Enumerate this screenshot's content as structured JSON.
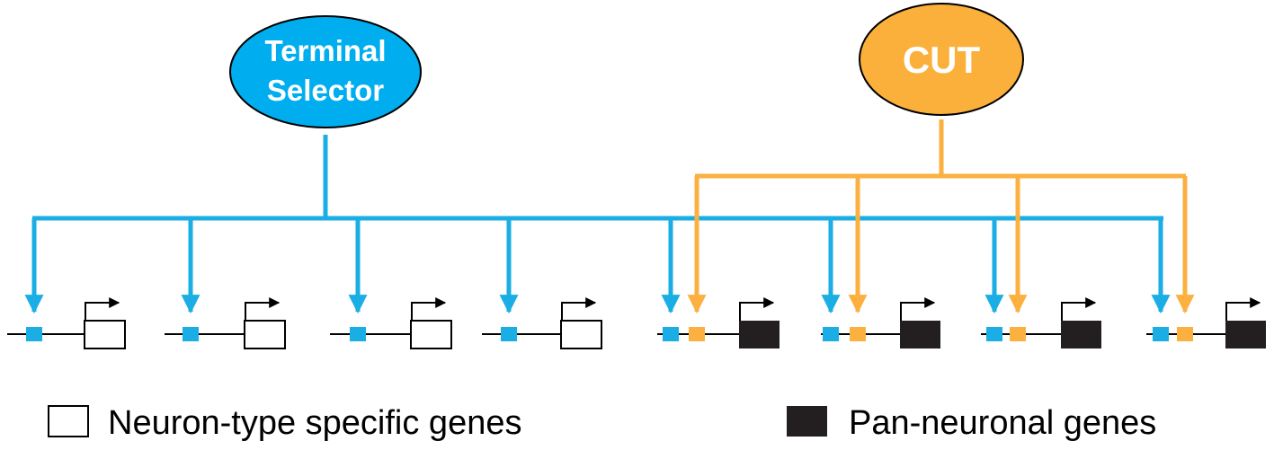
{
  "nodes": {
    "terminal_selector": {
      "line1": "Terminal",
      "line2": "Selector",
      "fill": "#00aeef"
    },
    "cut": {
      "label": "CUT",
      "fill": "#fbb03b"
    }
  },
  "colors": {
    "selector_arrow": "#1aaee5",
    "cut_arrow": "#fbb040",
    "gene_line": "#000000",
    "pan_box": "#231f20",
    "type_box": "#ffffff"
  },
  "genes": [
    {
      "type": "neuron-type-specific",
      "cut_bound": false
    },
    {
      "type": "neuron-type-specific",
      "cut_bound": false
    },
    {
      "type": "neuron-type-specific",
      "cut_bound": false
    },
    {
      "type": "neuron-type-specific",
      "cut_bound": false
    },
    {
      "type": "pan-neuronal",
      "cut_bound": true
    },
    {
      "type": "pan-neuronal",
      "cut_bound": true
    },
    {
      "type": "pan-neuronal",
      "cut_bound": true
    },
    {
      "type": "pan-neuronal",
      "cut_bound": true
    }
  ],
  "legend": {
    "type_specific": "Neuron-type specific genes",
    "pan_neuronal": "Pan-neuronal genes"
  }
}
